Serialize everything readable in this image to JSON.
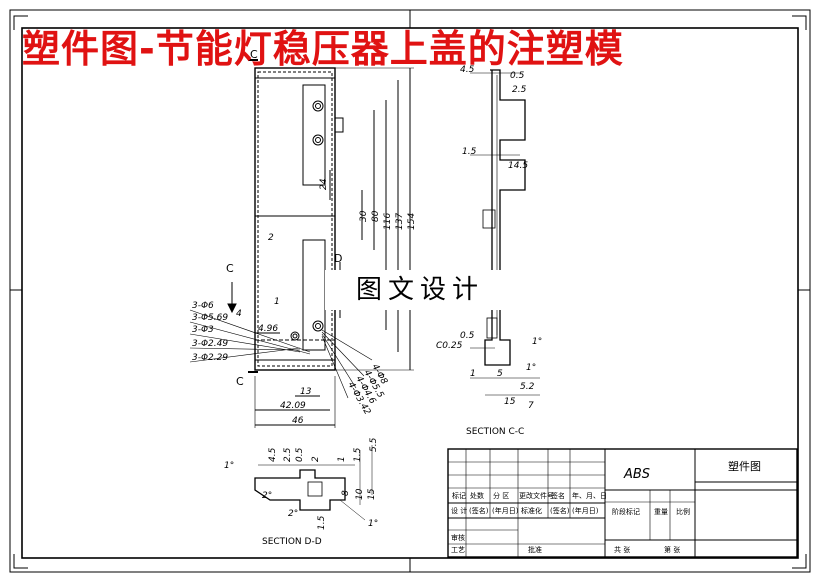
{
  "banner_title": "塑件图-节能灯稳压器上盖的注塑模",
  "watermark": "图文设计",
  "views": {
    "front_section_marker": "C",
    "side_section_marker": "D",
    "section_cc": "SECTION C-C",
    "section_dd": "SECTION D-D"
  },
  "front_dims": {
    "heights": [
      "154",
      "137",
      "116",
      "80",
      "30",
      "24",
      "2",
      "4"
    ],
    "widths": [
      "46",
      "42.09",
      "13",
      "4.96",
      "1"
    ],
    "holes_left": [
      "3-Φ6",
      "3-Φ5.69",
      "3-Φ3",
      "3-Φ2.49",
      "3-Φ2.29"
    ],
    "holes_right": [
      "4-Φ8",
      "4-Φ5.5",
      "4-Φ4.6",
      "4-Φ3.42"
    ]
  },
  "cc_dims": [
    "4.5",
    "0.5",
    "2.5",
    "1.5",
    "14.5",
    "0.5",
    "C0.25",
    "1°",
    "1",
    "5",
    "1°",
    "5.2",
    "15",
    "7"
  ],
  "dd_dims": [
    "4.5",
    "2.5",
    "0.5",
    "2",
    "1",
    "1.5",
    "5.5",
    "1°",
    "2°",
    "2°",
    "1.5",
    "10",
    "15",
    "8",
    "1°"
  ],
  "title_block": {
    "material": "ABS",
    "drawing_name": "塑件图",
    "row_labels": [
      "标记",
      "处数",
      "分 区",
      "更改文件号",
      "签名",
      "年、月、日"
    ],
    "row2": [
      "设 计",
      "(签名)",
      "(年月日)",
      "标准化",
      "(签名)",
      "(年月日)"
    ],
    "weight_labels": [
      "阶段标记",
      "重量",
      "比例"
    ],
    "bottom_labels": [
      "审核",
      "工艺",
      "批准"
    ],
    "sheet_info": [
      "共 张",
      "第 张"
    ]
  },
  "colors": {
    "banner": "#e01212",
    "line": "#000000"
  }
}
